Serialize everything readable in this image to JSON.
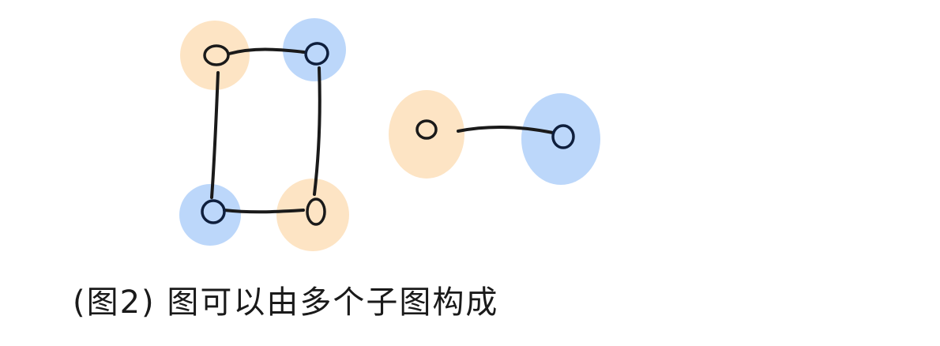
{
  "caption": "(图2) 图可以由多个子图构成",
  "colors": {
    "orange": "#fde4c4",
    "blue": "#bcd7fa",
    "ink_dark": "#1a1a1a",
    "ink_navy": "#0f1f3d"
  },
  "graph": {
    "subgraph_count": 2,
    "nodes": [
      {
        "id": "a",
        "group": "orange"
      },
      {
        "id": "b",
        "group": "blue"
      },
      {
        "id": "c",
        "group": "blue"
      },
      {
        "id": "d",
        "group": "orange"
      },
      {
        "id": "e",
        "group": "orange"
      },
      {
        "id": "f",
        "group": "blue"
      }
    ],
    "edges": [
      {
        "from": "a",
        "to": "b"
      },
      {
        "from": "a",
        "to": "c"
      },
      {
        "from": "b",
        "to": "d"
      },
      {
        "from": "c",
        "to": "d"
      },
      {
        "from": "e",
        "to": "f"
      }
    ]
  }
}
